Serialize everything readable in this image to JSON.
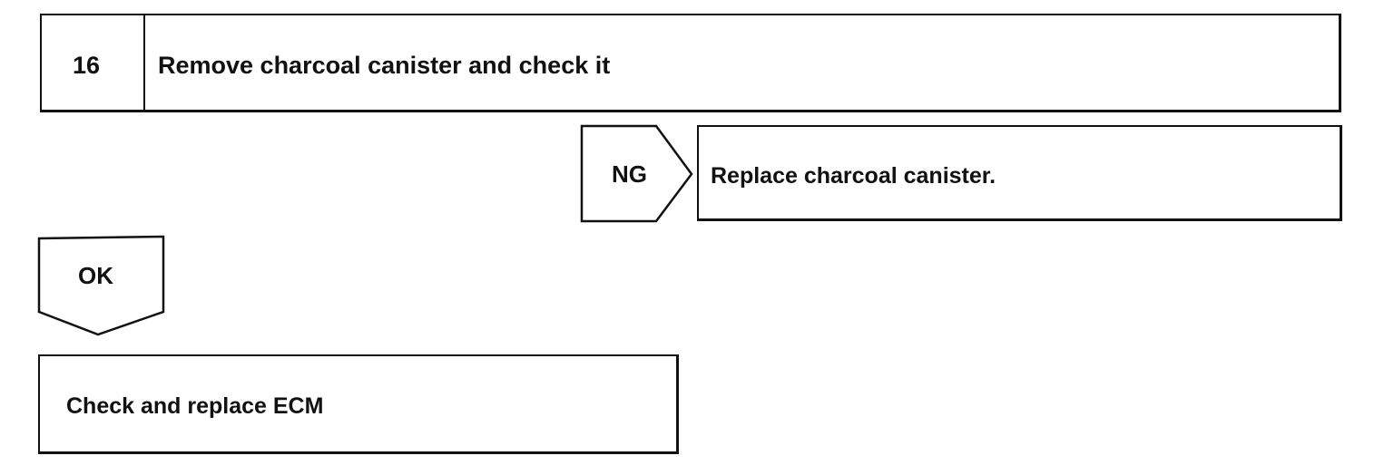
{
  "step": {
    "number": "16",
    "title": "Remove charcoal canister and check it"
  },
  "branches": {
    "ng": {
      "label": "NG",
      "action": "Replace charcoal canister."
    },
    "ok": {
      "label": "OK",
      "action": "Check and replace ECM"
    }
  },
  "colors": {
    "line": "#111111",
    "background": "#ffffff"
  }
}
